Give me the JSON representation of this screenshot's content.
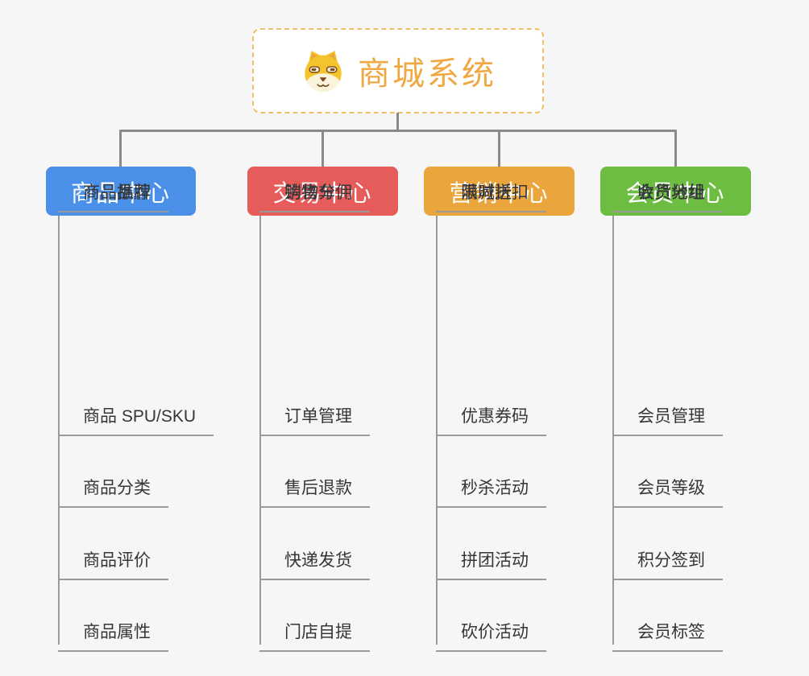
{
  "root": {
    "title": "商城系统",
    "icon": "dog-icon",
    "text_color": "#F0A843",
    "border_color": "#F0BE6B"
  },
  "branches": [
    {
      "title": "商品中心",
      "color": "#4A90E8",
      "items": [
        "商品 SPU/SKU",
        "商品分类",
        "商品评价",
        "商品属性",
        "商品推荐",
        "商品品牌"
      ]
    },
    {
      "title": "交易中心",
      "color": "#E65C5A",
      "items": [
        "订单管理",
        "售后退款",
        "快递发货",
        "门店自提",
        "购物车",
        "销售分佣"
      ]
    },
    {
      "title": "营销中心",
      "color": "#EAA63C",
      "items": [
        "优惠券码",
        "秒杀活动",
        "拼团活动",
        "砍价活动",
        "限时折扣",
        "满减送"
      ]
    },
    {
      "title": "会员中心",
      "color": "#6CBD41",
      "items": [
        "会员管理",
        "会员等级",
        "积分签到",
        "会员标签",
        "会员分组",
        "收货地址"
      ]
    }
  ],
  "colors": {
    "connector": "#8A8A8A",
    "underline": "#9A9A9A",
    "leaf_text": "#35363A",
    "background": "#F6F6F6"
  }
}
